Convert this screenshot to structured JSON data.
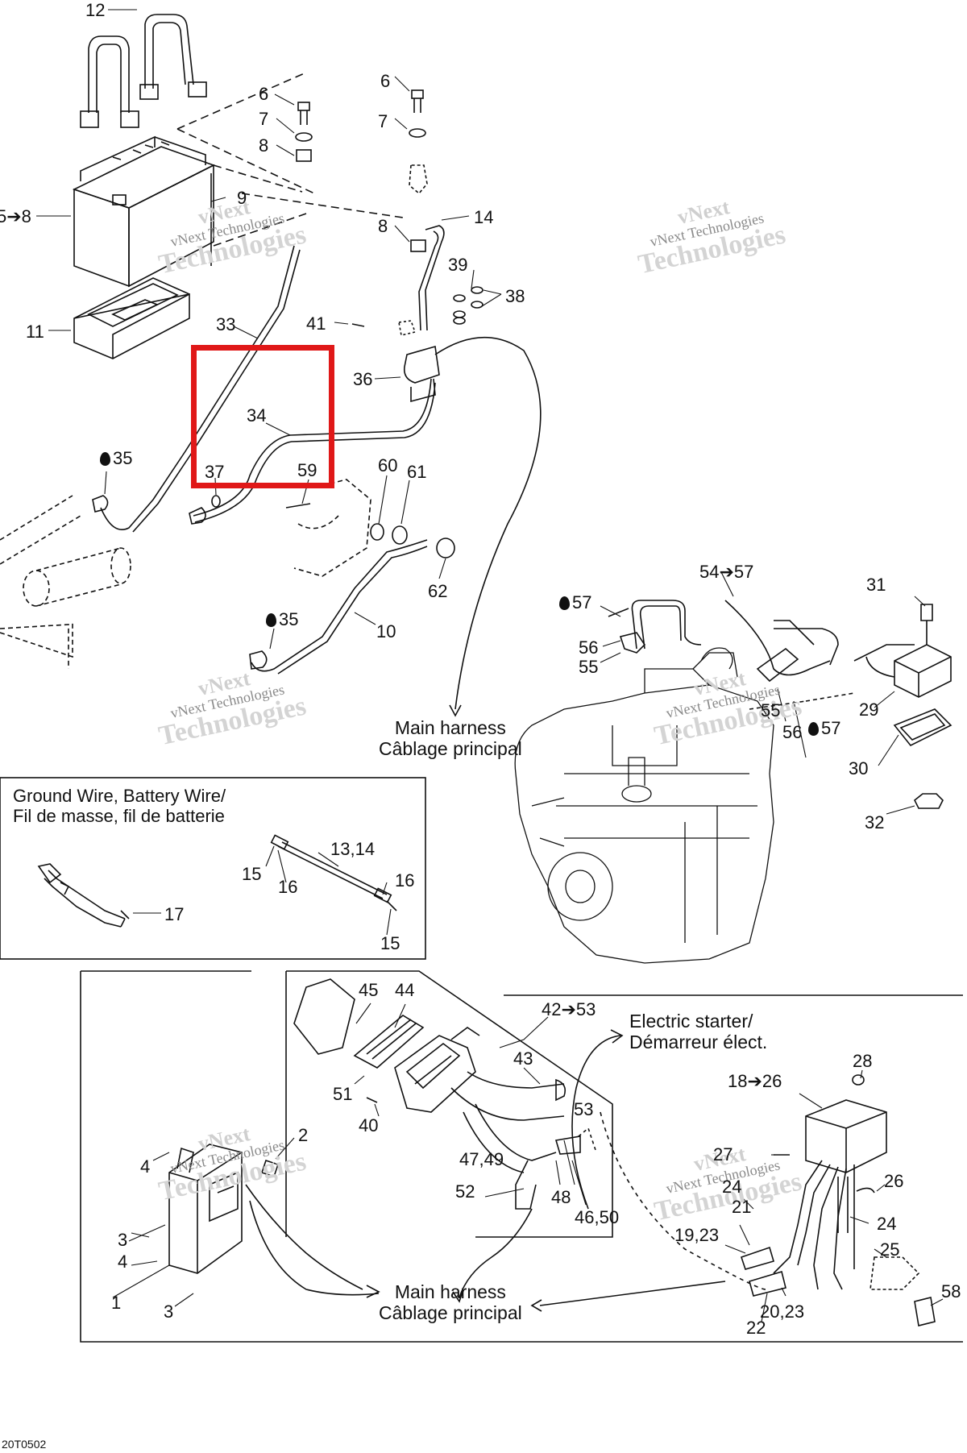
{
  "callouts": {
    "n12": "12",
    "n6a": "6",
    "n7a": "7",
    "n8a": "8",
    "n6b": "6",
    "n7b": "7",
    "n8b": "8",
    "n14": "14",
    "n5to8": "5➔8",
    "n9": "9",
    "n11": "11",
    "n33": "33",
    "n41": "41",
    "n39": "39",
    "n38": "38",
    "n36": "36",
    "n34": "34",
    "n35a": "35",
    "n37": "37",
    "n59": "59",
    "n60": "60",
    "n61": "61",
    "n62": "62",
    "n35b": "35",
    "n10": "10",
    "n54to57": "54➔57",
    "n31": "31",
    "n57a": "57",
    "n56a": "56",
    "n55a": "55",
    "n55b": "55",
    "n29": "29",
    "n56b": "56",
    "n57b": "57",
    "n30": "30",
    "n32": "32",
    "n13_14": "13,14",
    "n15a": "15",
    "n16a": "16",
    "n16b": "16",
    "n15b": "15",
    "n17": "17",
    "n45": "45",
    "n44": "44",
    "n42to53": "42➔53",
    "n43": "43",
    "n51": "51",
    "n40": "40",
    "n53": "53",
    "n2": "2",
    "n4a": "4",
    "n47_49": "47,49",
    "n52": "52",
    "n48": "48",
    "n46_50": "46,50",
    "n3a": "3",
    "n4b": "4",
    "n1": "1",
    "n3b": "3",
    "n28": "28",
    "n18to26": "18➔26",
    "n27": "27",
    "n24a": "24",
    "n21": "21",
    "n26": "26",
    "n24b": "24",
    "n19_23": "19,23",
    "n25": "25",
    "n58": "58",
    "n22": "22",
    "n20_23": "20,23"
  },
  "ground_box": {
    "title_en": "Ground Wire, Battery Wire/",
    "title_fr": "Fil de masse, fil de batterie"
  },
  "harness_top": {
    "en": "Main harness",
    "fr": "Câblage principal"
  },
  "harness_bottom": {
    "en": "Main harness",
    "fr": "Câblage principal"
  },
  "starter": {
    "en": "Electric starter/",
    "fr": "Démarreur élect."
  },
  "watermark": {
    "line1": "vNext",
    "line2": "vNext Technologies",
    "line3": "Technologies"
  },
  "figure_code": "20T0502",
  "colors": {
    "highlight": "#e01818",
    "ink": "#111111",
    "watermark": "#c8c8c8"
  }
}
